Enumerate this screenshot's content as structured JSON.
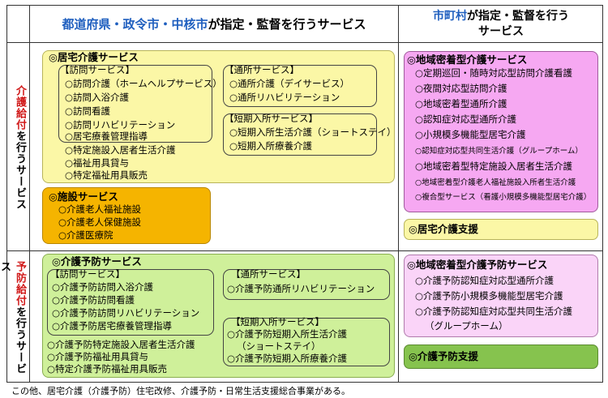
{
  "header": {
    "left_blue": "都道府県・政令市・中核市",
    "left_rest": "が指定・監督を行うサービス",
    "right_blue": "市町村",
    "right_rest": "が指定・監督を行う",
    "right_line2": "サービス"
  },
  "row1_label": {
    "red": "介護給付",
    "black": "を行うサービス"
  },
  "row2_label": {
    "red": "予防給付",
    "black": "を行うサービス"
  },
  "kyotaku": {
    "title": "◎居宅介護サービス",
    "houmon_title": "【訪問サービス】",
    "houmon_items": [
      "○訪問介護（ホームヘルプサービス）",
      "○訪問入浴介護",
      "○訪問看護",
      "○訪問リハビリテーション",
      "○居宅療養管理指導"
    ],
    "tsusho_title": "【通所サービス】",
    "tsusho_items": [
      "○通所介護（デイサービス）",
      "○通所リハビリテーション"
    ],
    "tanki_title": "【短期入所サービス】",
    "tanki_items": [
      "○短期入所生活介護（ショートステイ）",
      "○短期入所療養介護"
    ],
    "other_items": [
      "○特定施設入居者生活介護",
      "○福祉用具貸与",
      "○特定福祉用具販売"
    ]
  },
  "shisetsu": {
    "title": "◎施設サービス",
    "items": [
      "○介護老人福祉施設",
      "○介護老人保健施設",
      "○介護医療院"
    ]
  },
  "chiiki": {
    "title": "◎地域密着型介護サービス",
    "items": [
      "○定期巡回・随時対応型訪問介護看護",
      "○夜間対応型訪問介護",
      "○地域密着型通所介護",
      "○認知症対応型通所介護",
      "○小規模多機能型居宅介護",
      "○認知症対応型共同生活介護（グループホーム）",
      "○地域密着型特定施設入居者生活介護",
      "○地域密着型介護老人福祉施設入所者生活介護",
      "○複合型サービス（看護小規模多機能型居宅介護）"
    ]
  },
  "kyotaku_shien": "◎居宅介護支援",
  "yobo": {
    "title": "◎介護予防サービス",
    "houmon_title": "【訪問サービス】",
    "houmon_items": [
      "○介護予防訪問入浴介護",
      "○介護予防訪問看護",
      "○介護予防訪問リハビリテーション",
      "○介護予防居宅療養管理指導"
    ],
    "tsusho_title": "【通所サービス】",
    "tsusho_items": [
      "○介護予防通所リハビリテーション"
    ],
    "tanki_title": "【短期入所サービス】",
    "tanki_items": [
      "○介護予防短期入所生活介護",
      "（ショートステイ）",
      "○介護予防短期入所療養介護"
    ],
    "other_items": [
      "○介護予防特定施設入居者生活介護",
      "○介護予防福祉用具貸与",
      "○特定介護予防福祉用具販売"
    ]
  },
  "chiiki_yobo": {
    "title": "◎地域密着型介護予防サービス",
    "items": [
      "○介護予防認知症対応型通所介護",
      "○介護予防小規模多機能型居宅介護",
      "○介護予防認知症対応型共同生活介護",
      "（グループホーム）"
    ]
  },
  "yobo_shien": "◎介護予防支援",
  "footnote": "この他、居宅介護（介護予防）住宅改修、介護予防・日常生活支援総合事業がある。",
  "colors": {
    "yellow": "#fbf7a6",
    "orange": "#f5b400",
    "pink": "#f6a8f2",
    "light_pink": "#fad4f8",
    "green": "#cff09a",
    "blue": "#1f5fbf",
    "red": "#d01818"
  }
}
